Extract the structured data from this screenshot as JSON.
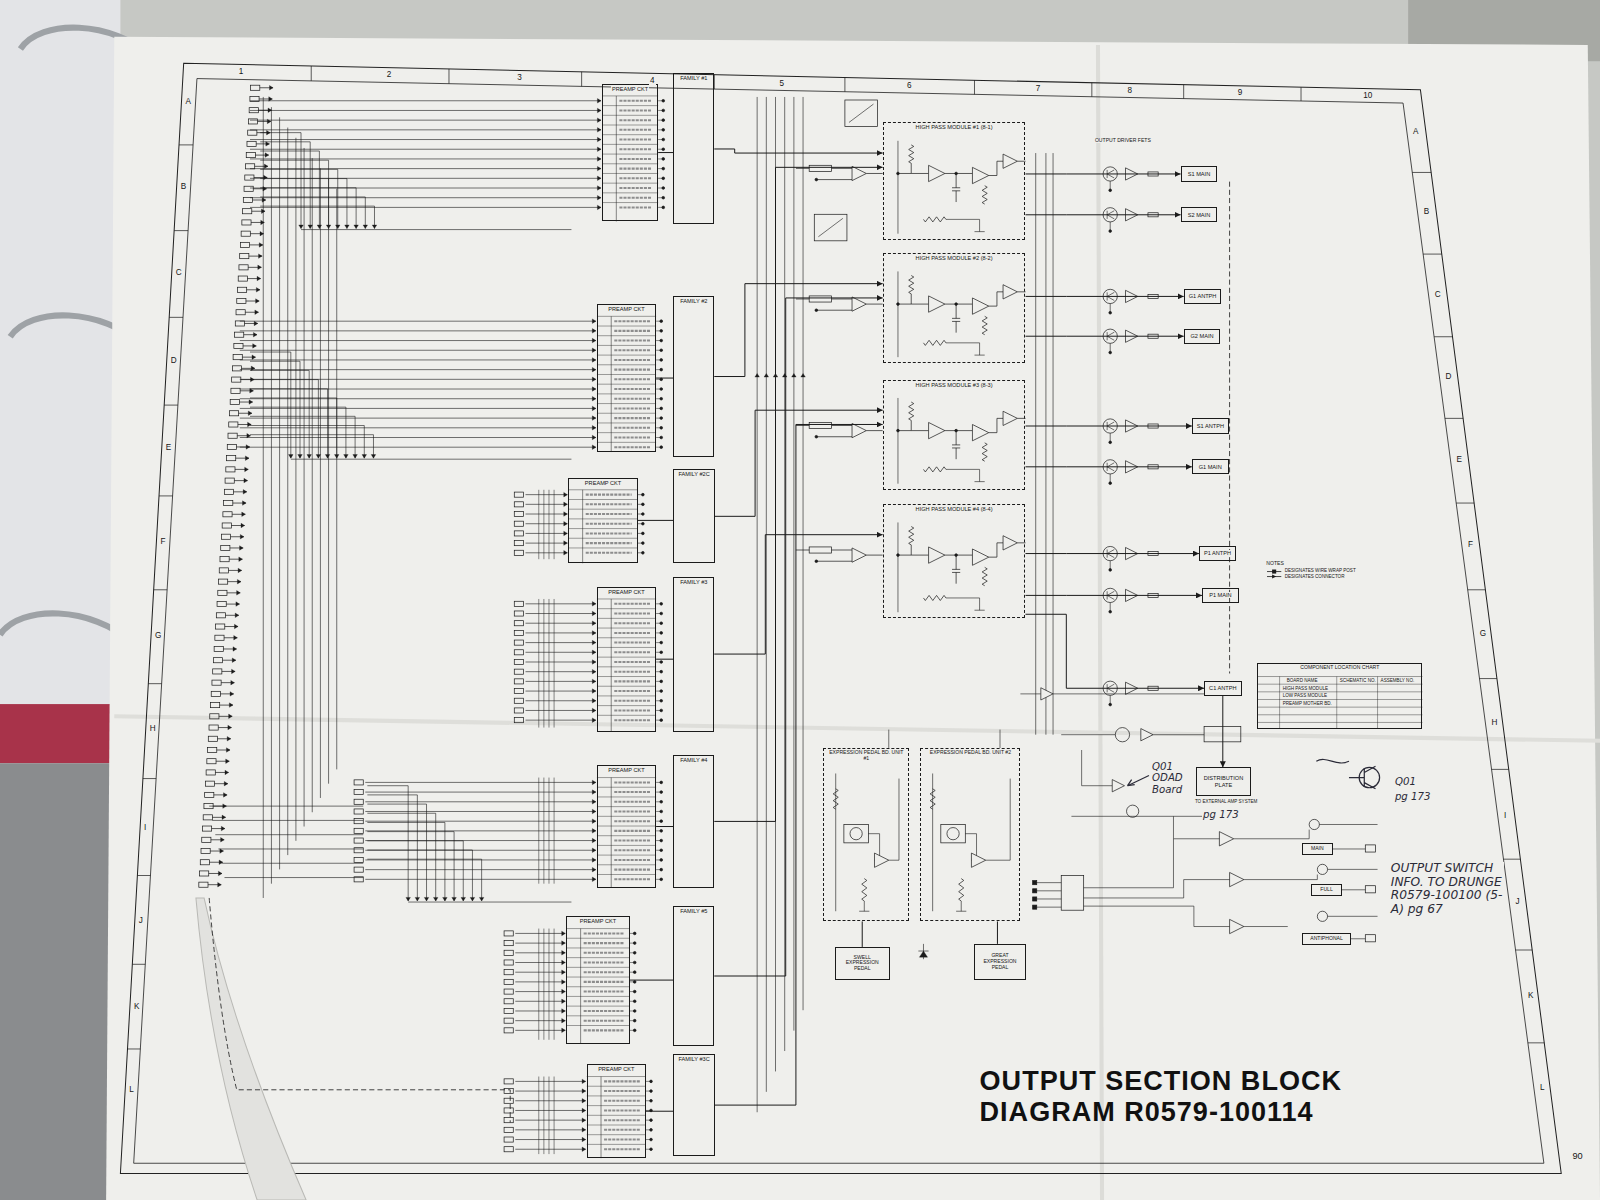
{
  "diagram": {
    "title": "OUTPUT SECTION BLOCK DIAGRAM R0579-100114",
    "nodes": [
      {
        "text": [
          "PREAMP CKT"
        ]
      },
      {
        "text": [
          "FAMILY #1"
        ]
      },
      {
        "text": [
          "PREAMP CKT"
        ]
      },
      {
        "text": [
          "FAMILY #2"
        ]
      },
      {
        "text": [
          "PREAMP CKT"
        ]
      },
      {
        "text": [
          "FAMILY #2C"
        ]
      },
      {
        "text": [
          "PREAMP CKT"
        ]
      },
      {
        "text": [
          "FAMILY #3"
        ]
      },
      {
        "text": [
          "PREAMP CKT"
        ]
      },
      {
        "text": [
          "FAMILY #4"
        ]
      },
      {
        "text": [
          "PREAMP CKT"
        ]
      },
      {
        "text": [
          "FAMILY #5"
        ]
      },
      {
        "text": [
          "PREAMP CKT"
        ]
      },
      {
        "text": [
          "FAMILY #3C"
        ]
      },
      {
        "text": [
          "HIGH PASS MODULE #1 (8-1)"
        ]
      },
      {
        "text": [
          "HIGH PASS MODULE #2 (8-2)"
        ]
      },
      {
        "text": [
          "HIGH PASS MODULE #3 (8-3)"
        ]
      },
      {
        "text": [
          "HIGH PASS MODULE #4 (8-4)"
        ]
      },
      {
        "text": [
          "S1 MAIN"
        ]
      },
      {
        "text": [
          "S2 MAIN"
        ]
      },
      {
        "text": [
          "G1 ANTPH"
        ]
      },
      {
        "text": [
          "G2 MAIN"
        ]
      },
      {
        "text": [
          "S1 ANTPH"
        ]
      },
      {
        "text": [
          "G1 MAIN"
        ]
      },
      {
        "text": [
          "P1 ANTPH"
        ]
      },
      {
        "text": [
          "P1 MAIN"
        ]
      },
      {
        "text": [
          "C1 ANTPH"
        ]
      },
      {
        "text": [
          "DISTRIBUTION PLATE"
        ]
      },
      {
        "text": [
          "EXPRESSION PEDAL BD. UNIT #1"
        ]
      },
      {
        "text": [
          "EXPRESSION PEDAL BD. UNIT #2"
        ]
      },
      {
        "text": [
          "SWELL EXPRESSION PEDAL"
        ]
      },
      {
        "text": [
          "GREAT EXPRESSION PEDAL"
        ]
      },
      {
        "text": [
          "MAIN"
        ]
      },
      {
        "text": [
          "FULL"
        ]
      },
      {
        "text": [
          "ANTIPHONAL"
        ]
      },
      {
        "text": [
          "COMPONENT LOCATION CHART"
        ]
      }
    ],
    "edges": [
      {
        "from": 0,
        "to": 1,
        "arrow": "none"
      },
      {
        "from": 2,
        "to": 3,
        "arrow": "none"
      },
      {
        "from": 4,
        "to": 5,
        "arrow": "none"
      },
      {
        "from": 6,
        "to": 7,
        "arrow": "none"
      },
      {
        "from": 8,
        "to": 9,
        "arrow": "none"
      },
      {
        "from": 10,
        "to": 11,
        "arrow": "none"
      },
      {
        "from": 12,
        "to": 13,
        "arrow": "none"
      },
      {
        "from": 1,
        "to": 14,
        "arrow": "to"
      },
      {
        "from": 3,
        "to": 15,
        "arrow": "to"
      },
      {
        "from": 5,
        "to": 16,
        "arrow": "to"
      },
      {
        "from": 7,
        "to": 17,
        "arrow": "to"
      },
      {
        "from": 9,
        "to": 14,
        "arrow": "to"
      },
      {
        "from": 11,
        "to": 15,
        "arrow": "to"
      },
      {
        "from": 13,
        "to": 16,
        "arrow": "to"
      },
      {
        "from": 14,
        "to": 18,
        "arrow": "to"
      },
      {
        "from": 14,
        "to": 19,
        "arrow": "to"
      },
      {
        "from": 15,
        "to": 20,
        "arrow": "to"
      },
      {
        "from": 15,
        "to": 21,
        "arrow": "to"
      },
      {
        "from": 16,
        "to": 22,
        "arrow": "to"
      },
      {
        "from": 16,
        "to": 23,
        "arrow": "to"
      },
      {
        "from": 17,
        "to": 24,
        "arrow": "to"
      },
      {
        "from": 17,
        "to": 25,
        "arrow": "to"
      },
      {
        "from": 17,
        "to": 26,
        "arrow": "to"
      },
      {
        "from": 26,
        "to": 27,
        "arrow": "to"
      },
      {
        "from": 30,
        "to": 28,
        "arrow": "none"
      },
      {
        "from": 31,
        "to": 29,
        "arrow": "none"
      }
    ],
    "labels": [
      "1",
      "2",
      "3",
      "4",
      "5",
      "6",
      "7",
      "8",
      "9",
      "10",
      "A",
      "B",
      "C",
      "D",
      "E",
      "F",
      "G",
      "H",
      "I",
      "J",
      "K",
      "L",
      "A",
      "B",
      "C",
      "D",
      "E",
      "F",
      "G",
      "H",
      "I",
      "J",
      "K",
      "L",
      "90",
      "NOTES",
      "OUTPUT DRIVER FETS",
      "TO EXTERNAL AMP SYSTEM",
      "BOARD NAME",
      "SCHEMATIC NO.",
      "ASSEMBLY NO.",
      "HIGH PASS MODULE",
      "LOW PASS MODULE",
      "PREAMP MOTHER BD.",
      "Q01 ODAD Board",
      "pg 173",
      "Q01",
      "pg 173",
      "OUTPUT SWITCH INFO. TO DRUNGE R0579-100100 (5-A) pg 67"
    ],
    "legend": [
      {
        "text": "DESIGNATES WIRE WRAP POST"
      },
      {
        "text": "DESIGNATES CONNECTOR"
      }
    ]
  }
}
